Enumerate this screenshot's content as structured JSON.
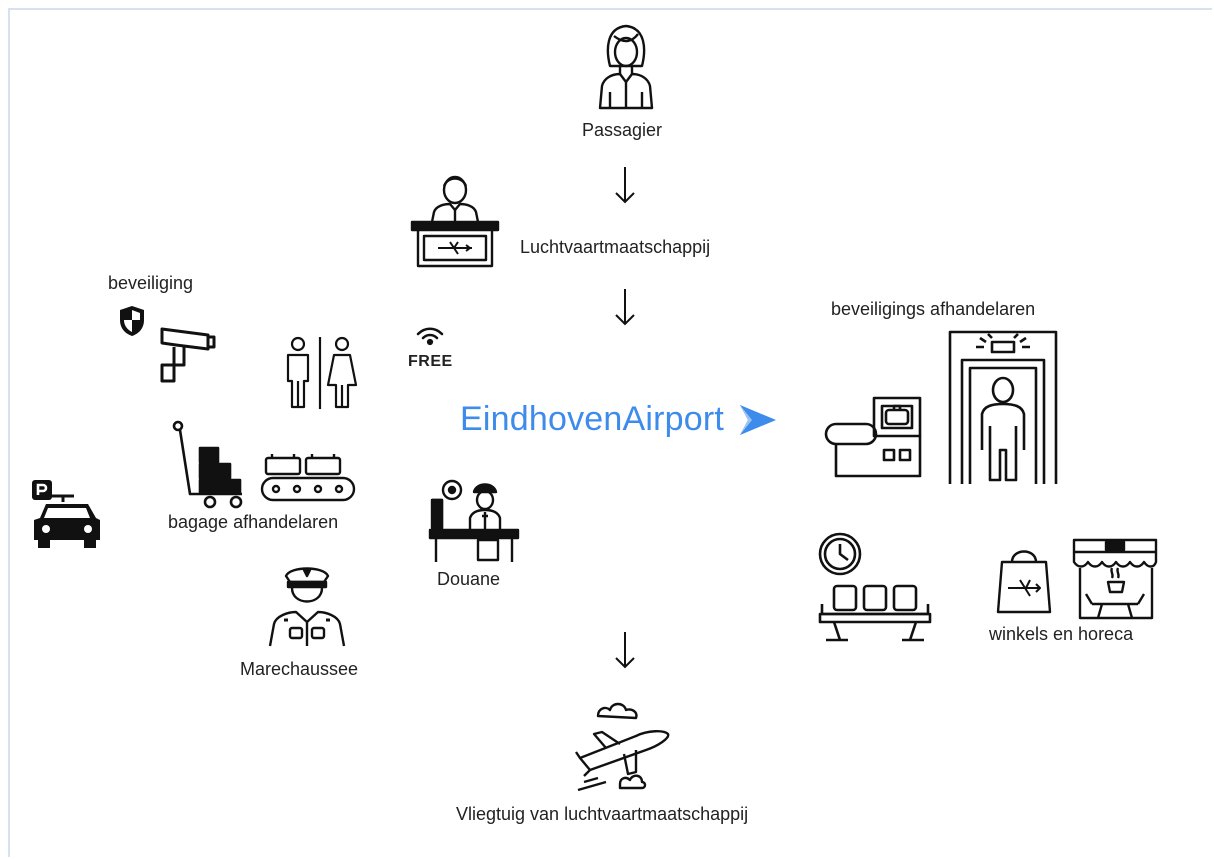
{
  "labels": {
    "passenger": "Passagier",
    "airline": "Luchtvaartmaatschappij",
    "security": "beveiliging",
    "security_handlers": "beveiligings afhandelaren",
    "baggage": "bagage afhandelaren",
    "customs": "Douane",
    "military_police": "Marechaussee",
    "shops": "winkels en horeca",
    "aircraft": "Vliegtuig van luchtvaartmaatschappij",
    "wifi": "FREE"
  },
  "logo": {
    "text": "EindhovenAirport",
    "color": "#3d8bea"
  }
}
